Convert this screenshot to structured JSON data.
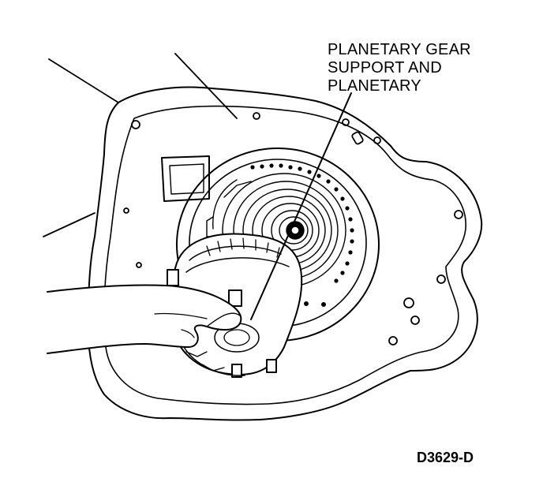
{
  "callout": {
    "line1": "PLANETARY GEAR",
    "line2": "SUPPORT AND",
    "line3": "PLANETARY"
  },
  "figure_code": "D3629-D",
  "colors": {
    "ink": "#000000",
    "paper": "#ffffff"
  }
}
